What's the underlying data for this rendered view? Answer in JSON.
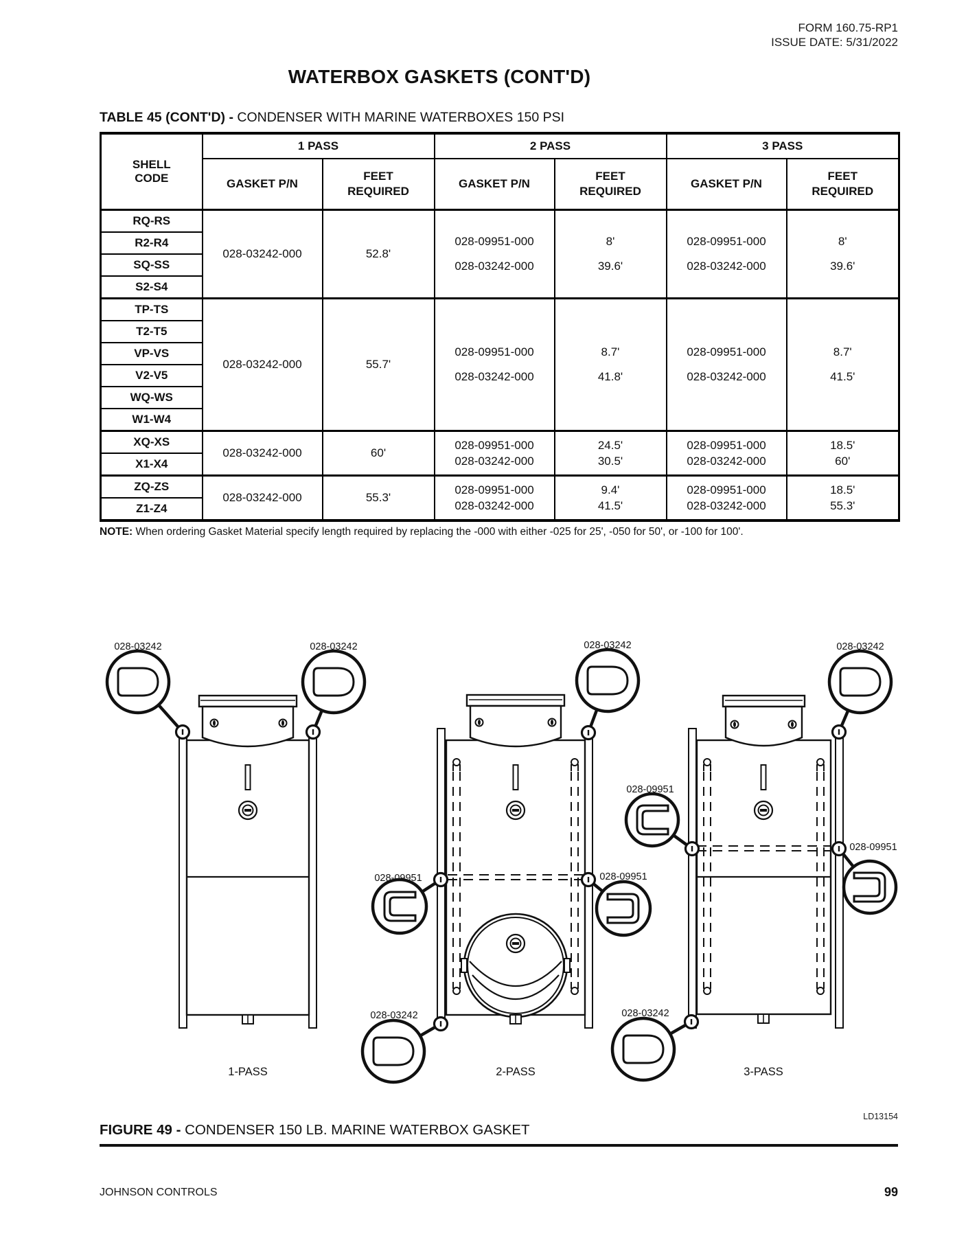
{
  "header": {
    "form": "FORM 160.75-RP1",
    "issue_date": "ISSUE DATE: 5/31/2022"
  },
  "title": "WATERBOX GASKETS (CONT'D)",
  "table": {
    "caption_label": "TABLE 45 (CONT'D) -",
    "caption_text": "CONDENSER WITH MARINE WATERBOXES 150 PSI",
    "shell_header": [
      "SHELL",
      "CODE"
    ],
    "pass_headers": [
      "1 PASS",
      "2 PASS",
      "3 PASS"
    ],
    "sub_headers": {
      "gasket": "GASKET P/N",
      "feet": [
        "FEET",
        "REQUIRED"
      ]
    },
    "groups": [
      {
        "shell_codes": [
          "RQ-RS",
          "R2-R4",
          "SQ-SS",
          "S2-S4"
        ],
        "pass1": {
          "pn": "028-03242-000",
          "feet": "52.8'"
        },
        "pass2": {
          "pn": [
            "028-09951-000",
            "028-03242-000"
          ],
          "feet": [
            "8'",
            "39.6'"
          ]
        },
        "pass3": {
          "pn": [
            "028-09951-000",
            "028-03242-000"
          ],
          "feet": [
            "8'",
            "39.6'"
          ]
        }
      },
      {
        "shell_codes": [
          "TP-TS",
          "T2-T5",
          "VP-VS",
          "V2-V5",
          "WQ-WS",
          "W1-W4"
        ],
        "pass1": {
          "pn": "028-03242-000",
          "feet": "55.7'"
        },
        "pass2": {
          "pn": [
            "028-09951-000",
            "028-03242-000"
          ],
          "feet": [
            "8.7'",
            "41.8'"
          ]
        },
        "pass3": {
          "pn": [
            "028-09951-000",
            "028-03242-000"
          ],
          "feet": [
            "8.7'",
            "41.5'"
          ]
        }
      },
      {
        "shell_codes": [
          "XQ-XS",
          "X1-X4"
        ],
        "pass1": {
          "pn": "028-03242-000",
          "feet": "60'"
        },
        "pass2": {
          "pn": [
            "028-09951-000",
            "028-03242-000"
          ],
          "feet": [
            "24.5'",
            "30.5'"
          ]
        },
        "pass3": {
          "pn": [
            "028-09951-000",
            "028-03242-000"
          ],
          "feet": [
            "18.5'",
            "60'"
          ]
        }
      },
      {
        "shell_codes": [
          "ZQ-ZS",
          "Z1-Z4"
        ],
        "pass1": {
          "pn": "028-03242-000",
          "feet": "55.3'"
        },
        "pass2": {
          "pn": [
            "028-09951-000",
            "028-03242-000"
          ],
          "feet": [
            "9.4'",
            "41.5'"
          ]
        },
        "pass3": {
          "pn": [
            "028-09951-000",
            "028-03242-000"
          ],
          "feet": [
            "18.5'",
            "55.3'"
          ]
        }
      }
    ]
  },
  "note": {
    "label": "NOTE:",
    "text": "When ordering Gasket Material specify length required by replacing the -000 with either -025 for 25', -050 for 50', or -100 for 100'."
  },
  "figure": {
    "caption_label": "FIGURE 49 -",
    "caption_text": "CONDENSER 150 LB. MARINE WATERBOX GASKET",
    "drawing_id": "LD13154",
    "diagram_labels": [
      "1-PASS",
      "2-PASS",
      "3-PASS"
    ],
    "gasket_labels": {
      "flat": "028-03242",
      "channel": "028-09951"
    }
  },
  "footer": {
    "company": "JOHNSON CONTROLS",
    "page_number": "99"
  }
}
